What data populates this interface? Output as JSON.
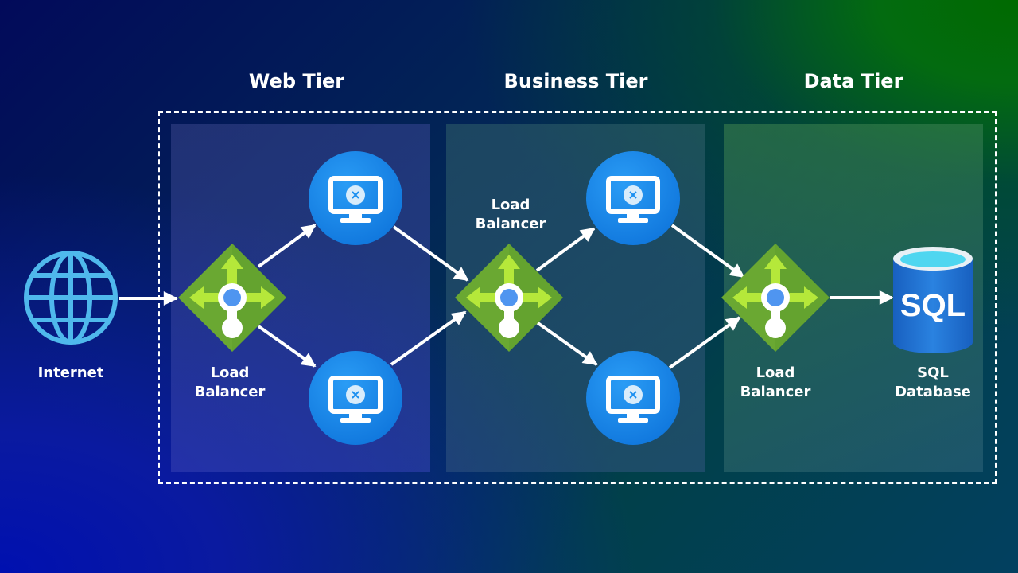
{
  "tiers": [
    {
      "title": "Web Tier"
    },
    {
      "title": "Business Tier"
    },
    {
      "title": "Data Tier"
    }
  ],
  "nodes": {
    "internet": {
      "label": "Internet",
      "icon": "globe-icon"
    },
    "lb_web": {
      "label_line1": "Load",
      "label_line2": "Balancer",
      "icon": "load-balancer-icon"
    },
    "lb_business": {
      "label_line1": "Load",
      "label_line2": "Balancer",
      "icon": "load-balancer-icon"
    },
    "lb_data": {
      "label_line1": "Load",
      "label_line2": "Balancer",
      "icon": "load-balancer-icon"
    },
    "sql": {
      "label_line1": "SQL",
      "label_line2": "Database",
      "icon_text": "SQL",
      "icon": "database-icon"
    },
    "vm_icon": "virtual-machine-icon"
  },
  "colors": {
    "vm_blue": "#1a8ff0",
    "lb_green": "#6aa832",
    "lb_arrow": "#b5e83a",
    "lb_dot": "#4f95f0",
    "globe": "#4fb8ec",
    "sql_blue": "#1d6fd0",
    "sql_top": "#4fd6f0"
  }
}
